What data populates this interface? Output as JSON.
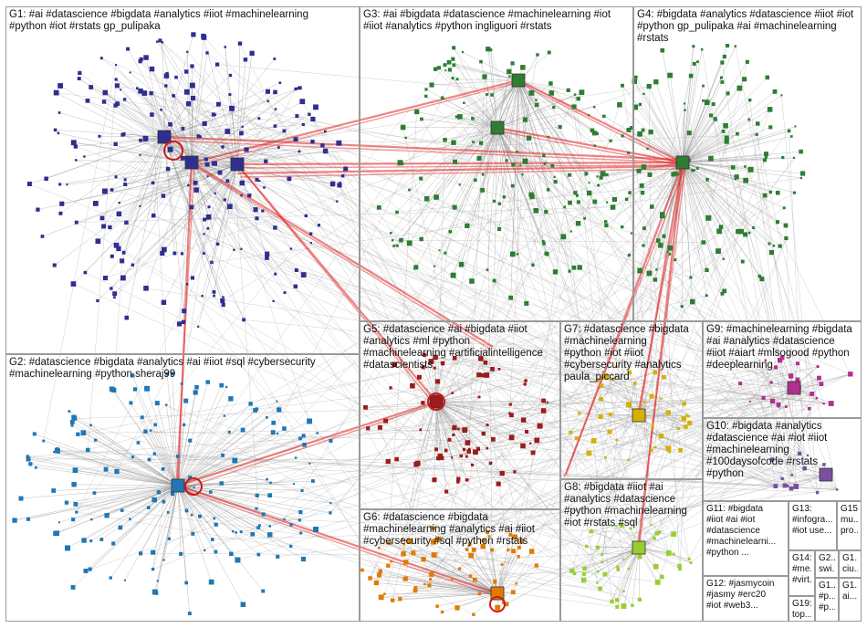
{
  "groups": [
    {
      "id": "g1",
      "label": "G1: #ai #datascience #bigdata #analytics #iiot #machinelearning\n#python #iot #rstats gp_pulipaka",
      "color": "#2f2f8f"
    },
    {
      "id": "g2",
      "label": "G2: #datascience #bigdata #analytics #ai #iiot #sql #cybersecurity\n#machinelearning #python sheraj99",
      "color": "#1f77b4"
    },
    {
      "id": "g3",
      "label": "G3: #ai #bigdata #datascience #machinelearning #iot\n#iiot #analytics #python ingliguori #rstats",
      "color": "#2e7d32"
    },
    {
      "id": "g4",
      "label": "G4: #bigdata #analytics #datascience #iiot #iot\n#python gp_pulipaka #ai #machinelearning\n#rstats",
      "color": "#2e7d32"
    },
    {
      "id": "g5",
      "label": "G5: #datascience #ai #bigdata #iiot\n#analytics #ml #python\n#machinelearning #artificialintelligence\n#datascientists",
      "color": "#9b1c1c"
    },
    {
      "id": "g6",
      "label": "G6: #datascience #bigdata\n#machinelearning #analytics #ai #iiot\n#cybersecurity #sql #python #rstats",
      "color": "#e07b00"
    },
    {
      "id": "g7",
      "label": "G7: #datascience #bigdata\n#machinelearning\n#python #iot #iiot\n#cybersecurity #analytics\npaula_piccard",
      "color": "#d4b000"
    },
    {
      "id": "g8",
      "label": "G8: #bigdata #iiot #ai\n#analytics #datascience\n#python #machinelearning\n#iot #rstats #sql",
      "color": "#9acd32"
    },
    {
      "id": "g9",
      "label": "G9: #machinelearning #bigdata\n#ai #analytics #datascience\n#iiot #aiart #mlsogood #python\n#deeplearning",
      "color": "#b0308f"
    },
    {
      "id": "g10",
      "label": "G10: #bigdata #analytics\n#datascience #ai #iot #iiot\n#machinelearning\n#100daysofcode #rstats\n#python",
      "color": "#7a4fa0"
    },
    {
      "id": "g11",
      "label": "G11: #bigdata\n#iiot #ai #iot\n#datascience\n#machinelearni...\n#python ...",
      "color": "#555555"
    },
    {
      "id": "g12",
      "label": "G12: #jasmycoin\n#jasmy #erc20\n#iot #web3...",
      "color": "#555555"
    },
    {
      "id": "g13",
      "label": "G13:\n#infogra...\n#iot use...",
      "color": "#555555"
    },
    {
      "id": "g14",
      "label": "G14:\n#me...\n#virt...",
      "color": "#555555"
    },
    {
      "id": "g15",
      "label": "G15:\nmu...\npro...",
      "color": "#555555"
    },
    {
      "id": "g16",
      "label": "G2...\nswi...",
      "color": "#555555"
    },
    {
      "id": "g17",
      "label": "G1...\nciu...",
      "color": "#555555"
    },
    {
      "id": "g18",
      "label": "G1...\n#p...\n#p...",
      "color": "#555555"
    },
    {
      "id": "g19",
      "label": "G19:\ntop...",
      "color": "#555555"
    },
    {
      "id": "g20",
      "label": "G1...\nai...",
      "color": "#555555"
    }
  ]
}
